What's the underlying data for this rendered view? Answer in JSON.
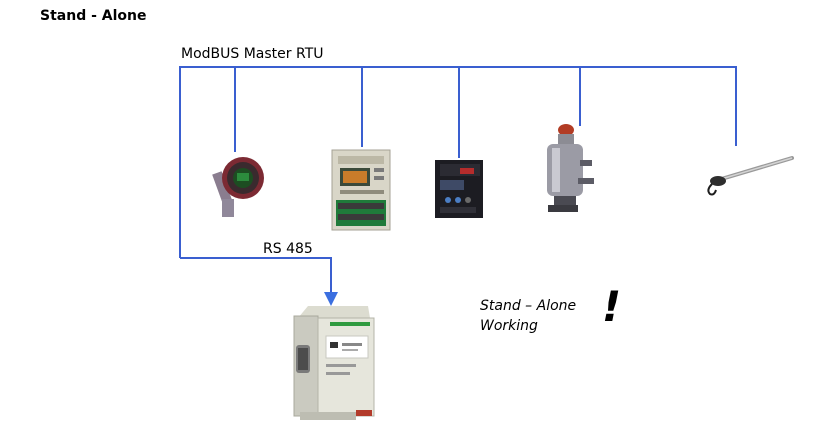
{
  "title": "Stand - Alone",
  "bus": {
    "label": "ModBUS Master RTU"
  },
  "link": {
    "label": "RS 485"
  },
  "status": {
    "line1": "Stand – Alone",
    "line2": "Working",
    "mark": "!"
  },
  "colors": {
    "wire": "#3a5fd0",
    "arrow": "#3b6fe0"
  },
  "devices": [
    {
      "name": "explosion-proof-transmitter"
    },
    {
      "name": "energy-meter"
    },
    {
      "name": "protection-relay"
    },
    {
      "name": "flow-meter"
    },
    {
      "name": "temperature-probe"
    }
  ],
  "gateway": {
    "name": "din-rail-gateway"
  }
}
